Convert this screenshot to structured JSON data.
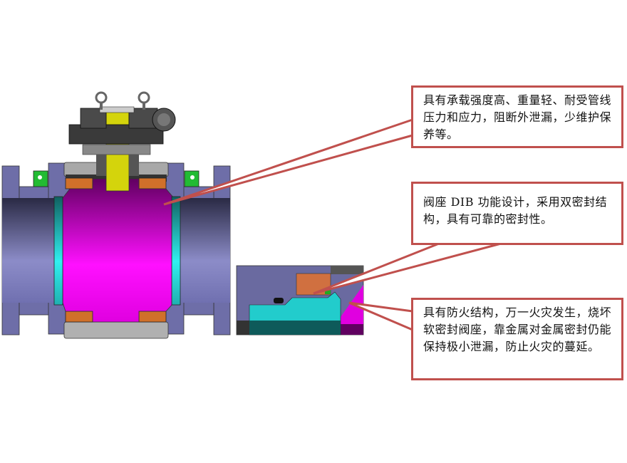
{
  "callouts": [
    {
      "text": "具有承载强度高、重量轻、耐受管线压力和应力，阻断外泄漏，少维护保养等。"
    },
    {
      "text": "阀座 DIB 功能设计，采用双密封结构，具有可靠的密封性。"
    },
    {
      "text": "具有防火结构，万一火灾发生，烧坏软密封阀座，靠金属对金属密封仍能保持极小泄漏，防止火灾的蔓延。"
    }
  ],
  "colors": {
    "callout_border": "#c0504d",
    "body": "#6e6ea8",
    "ball": "#e000e0",
    "seat": "#20c8c8",
    "stem": "#d4d40c",
    "seal": "#d0702a",
    "gearbox": "#404040"
  }
}
